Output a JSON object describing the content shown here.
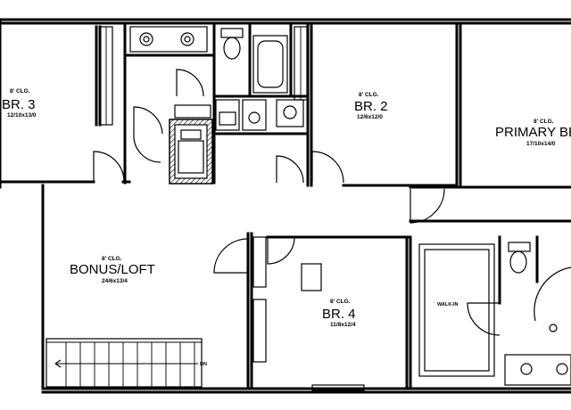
{
  "rooms": {
    "br3": {
      "name": "BR. 3",
      "ceiling": "8' CLG.",
      "dims": "12/10x13/0"
    },
    "br2": {
      "name": "BR. 2",
      "ceiling": "8' CLG.",
      "dims": "12/6x12/0"
    },
    "primary": {
      "name": "PRIMARY BE",
      "ceiling": "8' CLG.",
      "dims": "17/10x14/0"
    },
    "bonus": {
      "name": "BONUS/LOFT",
      "ceiling": "8' CLG.",
      "dims": "24/6x13/4"
    },
    "br4": {
      "name": "BR. 4",
      "ceiling": "8' CLG.",
      "dims": "11/8x12/4"
    },
    "walkin": {
      "name": "WALK-IN"
    }
  },
  "stair": {
    "label": "DN"
  }
}
